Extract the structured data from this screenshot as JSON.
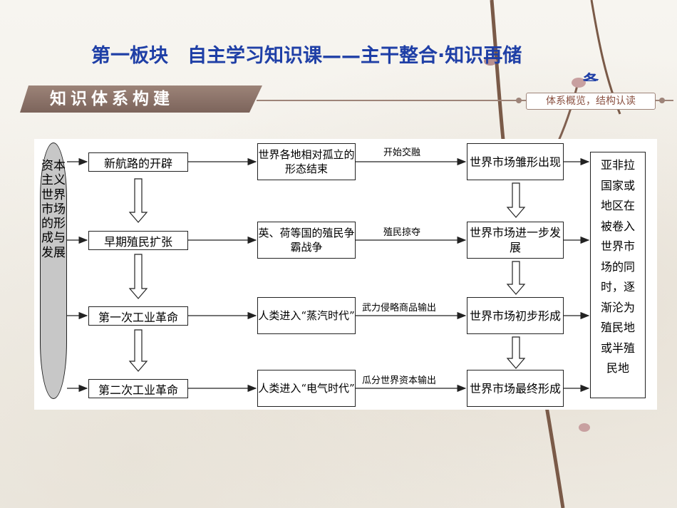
{
  "slide": {
    "title": "第一板块　自主学习知识课——主干整合·知识再储",
    "title_overflow": "备"
  },
  "banner": {
    "label": "知识体系构建",
    "badge": "体系概览，结构认读"
  },
  "diagram": {
    "left_label": "资本主义世界市场的形成与发展",
    "rows": [
      {
        "event": "新航路的开辟",
        "result": "世界各地相对孤立的形态结束",
        "link": "开始交融",
        "market": "世界市场雏形出现"
      },
      {
        "event": "早期殖民扩张",
        "result": "英、荷等国的殖民争霸战争",
        "link": "殖民掠夺",
        "market": "世界市场进一步发展"
      },
      {
        "event": "第一次工业革命",
        "result": "人类进入“蒸汽时代”",
        "link": "武力侵略商品输出",
        "market": "世界市场初步形成"
      },
      {
        "event": "第二次工业革命",
        "result": "人类进入“电气时代”",
        "link": "瓜分世界资本输出",
        "market": "世界市场最终形成"
      }
    ],
    "right_label": "亚非拉国家或地区在被卷入世界市场的同时，逐渐沦为殖民地或半殖民地"
  }
}
